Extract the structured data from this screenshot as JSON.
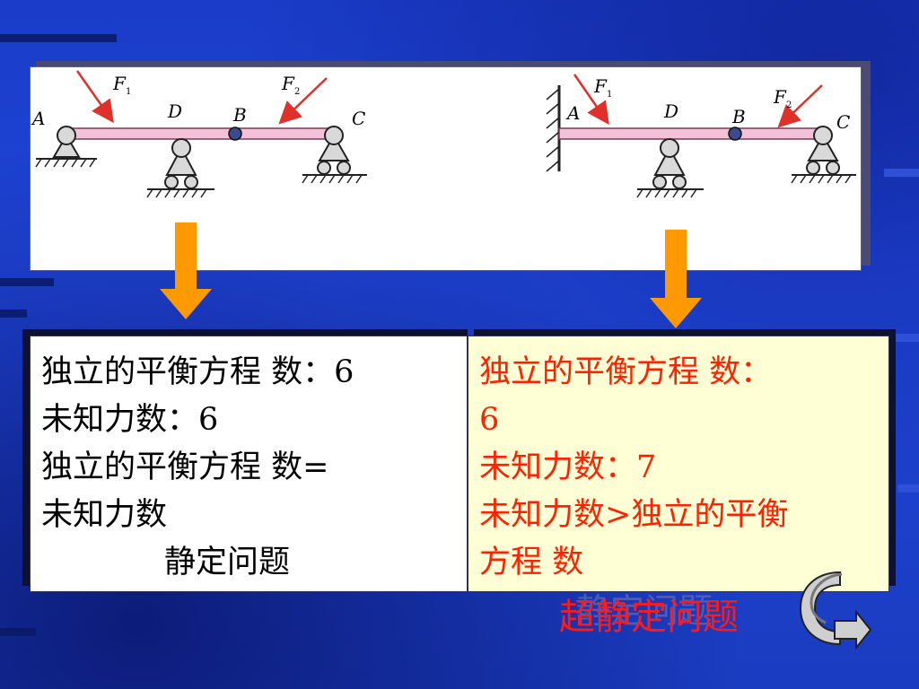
{
  "diagram": {
    "left_labels": {
      "A": "A",
      "D": "D",
      "B": "B",
      "C": "C",
      "F1_main": "F",
      "F1_sub": "1",
      "F2_main": "F",
      "F2_sub": "2"
    },
    "right_labels": {
      "A": "A",
      "D": "D",
      "B": "B",
      "C": "C",
      "F1_main": "F",
      "F1_sub": "1",
      "F2_main": "F",
      "F2_sub": "2"
    },
    "colors": {
      "beam": "#f4c2d8",
      "force": "#e0302a",
      "support": "#d9d9d9"
    }
  },
  "left_box": {
    "line1": "独立的平衡方程 数：6",
    "line2": "未知力数：6",
    "line3": "独立的平衡方程 数=",
    "line4": "未知力数",
    "line5": "静定问题"
  },
  "right_box": {
    "line1": "独立的平衡方程 数：",
    "line2": "6",
    "line3": "未知力数：7",
    "line4": "未知力数>独立的平衡",
    "line5": "方程 数"
  },
  "conclusion_ghost": "静定问题",
  "conclusion": "超静定问题",
  "icons": {
    "down_arrow": "down-arrow-icon",
    "return": "return-icon"
  },
  "accent_colors": {
    "background": "#1f45d8",
    "arrow": "#ff9900",
    "right_text": "#ff2200",
    "conclusion": "#ff1a1a"
  }
}
